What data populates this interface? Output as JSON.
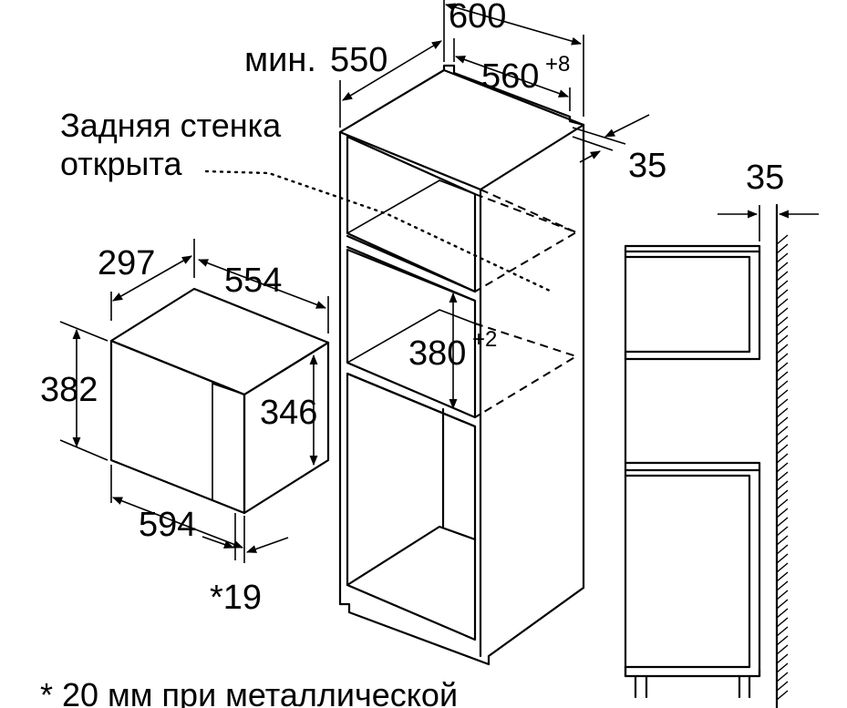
{
  "labels": {
    "rear_wall": [
      "Задняя стенка",
      "открыта"
    ],
    "min_prefix": "мин.",
    "footnote": "* 20 мм при металлической"
  },
  "dimensions": {
    "cabinet_width": "600",
    "cabinet_min_depth": "550",
    "niche_width": "560",
    "niche_width_tol": "+8",
    "side_wall": "35",
    "side_view_gap": "35",
    "niche_height": "380",
    "niche_height_tol": "+2",
    "unit_height_front": "297",
    "unit_depth": "554",
    "unit_height": "382",
    "unit_inner_height": "346",
    "unit_width": "594",
    "frame_depth": "*19"
  }
}
